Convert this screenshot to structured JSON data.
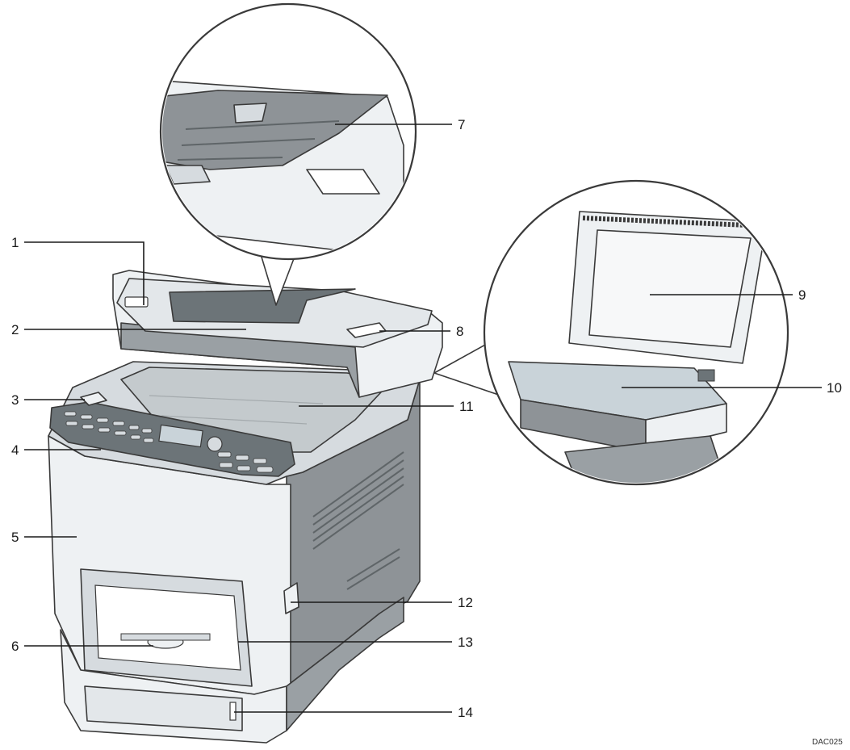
{
  "callouts": [
    {
      "id": 1,
      "label": "1"
    },
    {
      "id": 2,
      "label": "2"
    },
    {
      "id": 3,
      "label": "3"
    },
    {
      "id": 4,
      "label": "4"
    },
    {
      "id": 5,
      "label": "5"
    },
    {
      "id": 6,
      "label": "6"
    },
    {
      "id": 7,
      "label": "7"
    },
    {
      "id": 8,
      "label": "8"
    },
    {
      "id": 9,
      "label": "9"
    },
    {
      "id": 10,
      "label": "10"
    },
    {
      "id": 11,
      "label": "11"
    },
    {
      "id": 12,
      "label": "12"
    },
    {
      "id": 13,
      "label": "13"
    },
    {
      "id": 14,
      "label": "14"
    }
  ],
  "figure_code": "DAC025",
  "colors": {
    "body_light": "#eef1f3",
    "body_mid": "#d6dbdf",
    "body_dark": "#9aa0a4",
    "side_gray": "#8e9397",
    "panel_dark": "#6c7478",
    "screen": "#c9d3d9",
    "outline": "#3a3a3a"
  }
}
